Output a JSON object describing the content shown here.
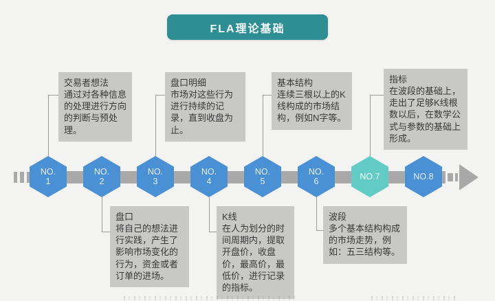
{
  "title": "FLA理论基础",
  "colors": {
    "title_bg": "#2f8e93",
    "node_blue": "#4a90d5",
    "node_teal": "#63cbc6",
    "timeline_gray": "#a9a9a9",
    "note_box_gray": "#c8c8c7",
    "note_text": "#383838",
    "background": "#f3f3f1"
  },
  "timeline": {
    "nodes": [
      {
        "line1": "NO.",
        "line2": "1"
      },
      {
        "line1": "NO.",
        "line2": "2"
      },
      {
        "line1": "NO.",
        "line2": "3"
      },
      {
        "line1": "NO.",
        "line2": "4"
      },
      {
        "line1": "NO.",
        "line2": "5"
      },
      {
        "line1": "NO.",
        "line2": "6"
      },
      {
        "line1": "NO.7"
      },
      {
        "line1": "NO.8"
      }
    ]
  },
  "notes_top": [
    {
      "term": "交易者想法",
      "desc": "通过对各种信息的处理进行方向的判断与预处理。"
    },
    {
      "term": "盘口明细",
      "desc": "市场对这些行为进行持续的记录，直到收盘为止。"
    },
    {
      "term": "基本结构",
      "desc": "连续三根以上的K线构成的市场结构，例如N字等。"
    },
    {
      "term": "指标",
      "desc": "在波段的基础上，走出了足够K线根数以后，在数学公式与参数的基础上形成。"
    }
  ],
  "notes_bottom": [
    {
      "term": "盘口",
      "desc": "将自己的想法进行实践，产生了影响市场变化的行为，资金或者订单的进场。"
    },
    {
      "term": "K线",
      "desc": "在人为划分的时间周期内，提取开盘价，收盘价，最高价，最低价，进行记录的指标。"
    },
    {
      "term": "波段",
      "desc": "多个基本结构构成的市场走势，例如：五三结构等。"
    }
  ]
}
